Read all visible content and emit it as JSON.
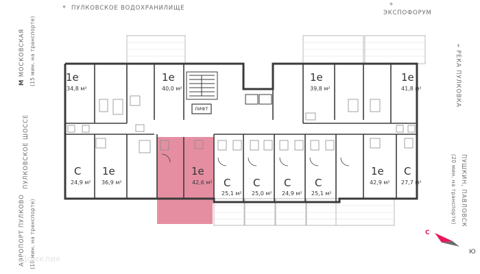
{
  "labels": {
    "top_reservoir": "ПУЛКОВСКОЕ ВОДОХРАНИЛИЩЕ",
    "top_expo": "ЭКСПОФОРУМ",
    "left_metro_name": "МОСКОВСКАЯ",
    "left_metro_time": "(15 мин. на транспорте)",
    "left_highway": "ПУЛКОВСКОЕ ШОССЕ",
    "left_airport_name": "АЭРОПОРТ ПУЛКОВО",
    "left_airport_time": "(10 мин. на транспорте)",
    "right_river": "РЕКА ПУЛКОВКА",
    "right_pushkin_name": "ПУШКИН, ПАВЛОВСК",
    "right_pushkin_time": "(20 мин. на транспорте)",
    "lift": "ЛИФТ",
    "watermark": "Домклик"
  },
  "icons": {
    "metro": "metro-icon",
    "direction_marker": "direction-pin-icon",
    "compass": "compass-arrow-icon"
  },
  "colors": {
    "highlight_fill": "#e07a92",
    "wall": "#3a3a3a",
    "balcony_stroke": "#b9b9b9",
    "compass_accent": "#e8185a"
  },
  "compass": {
    "south": "С",
    "east": "Ю"
  },
  "units": [
    {
      "type": "1е",
      "area": "34,8 м²",
      "highlighted": false
    },
    {
      "type": "1е",
      "area": "40,0 м²",
      "highlighted": false
    },
    {
      "type": "1е",
      "area": "39,8 м²",
      "highlighted": false
    },
    {
      "type": "1е",
      "area": "41,8 м²",
      "highlighted": false
    },
    {
      "type": "С",
      "area": "24,9 м²",
      "highlighted": false
    },
    {
      "type": "1е",
      "area": "36,9 м²",
      "highlighted": false
    },
    {
      "type": "1е",
      "area": "42,6 м²",
      "highlighted": true
    },
    {
      "type": "С",
      "area": "25,1 м²",
      "highlighted": false
    },
    {
      "type": "С",
      "area": "25,0 м²",
      "highlighted": false
    },
    {
      "type": "С",
      "area": "24,9 м²",
      "highlighted": false
    },
    {
      "type": "С",
      "area": "25,1 м²",
      "highlighted": false
    },
    {
      "type": "1е",
      "area": "42,9 м²",
      "highlighted": false
    },
    {
      "type": "С",
      "area": "27,7 м²",
      "highlighted": false
    }
  ]
}
